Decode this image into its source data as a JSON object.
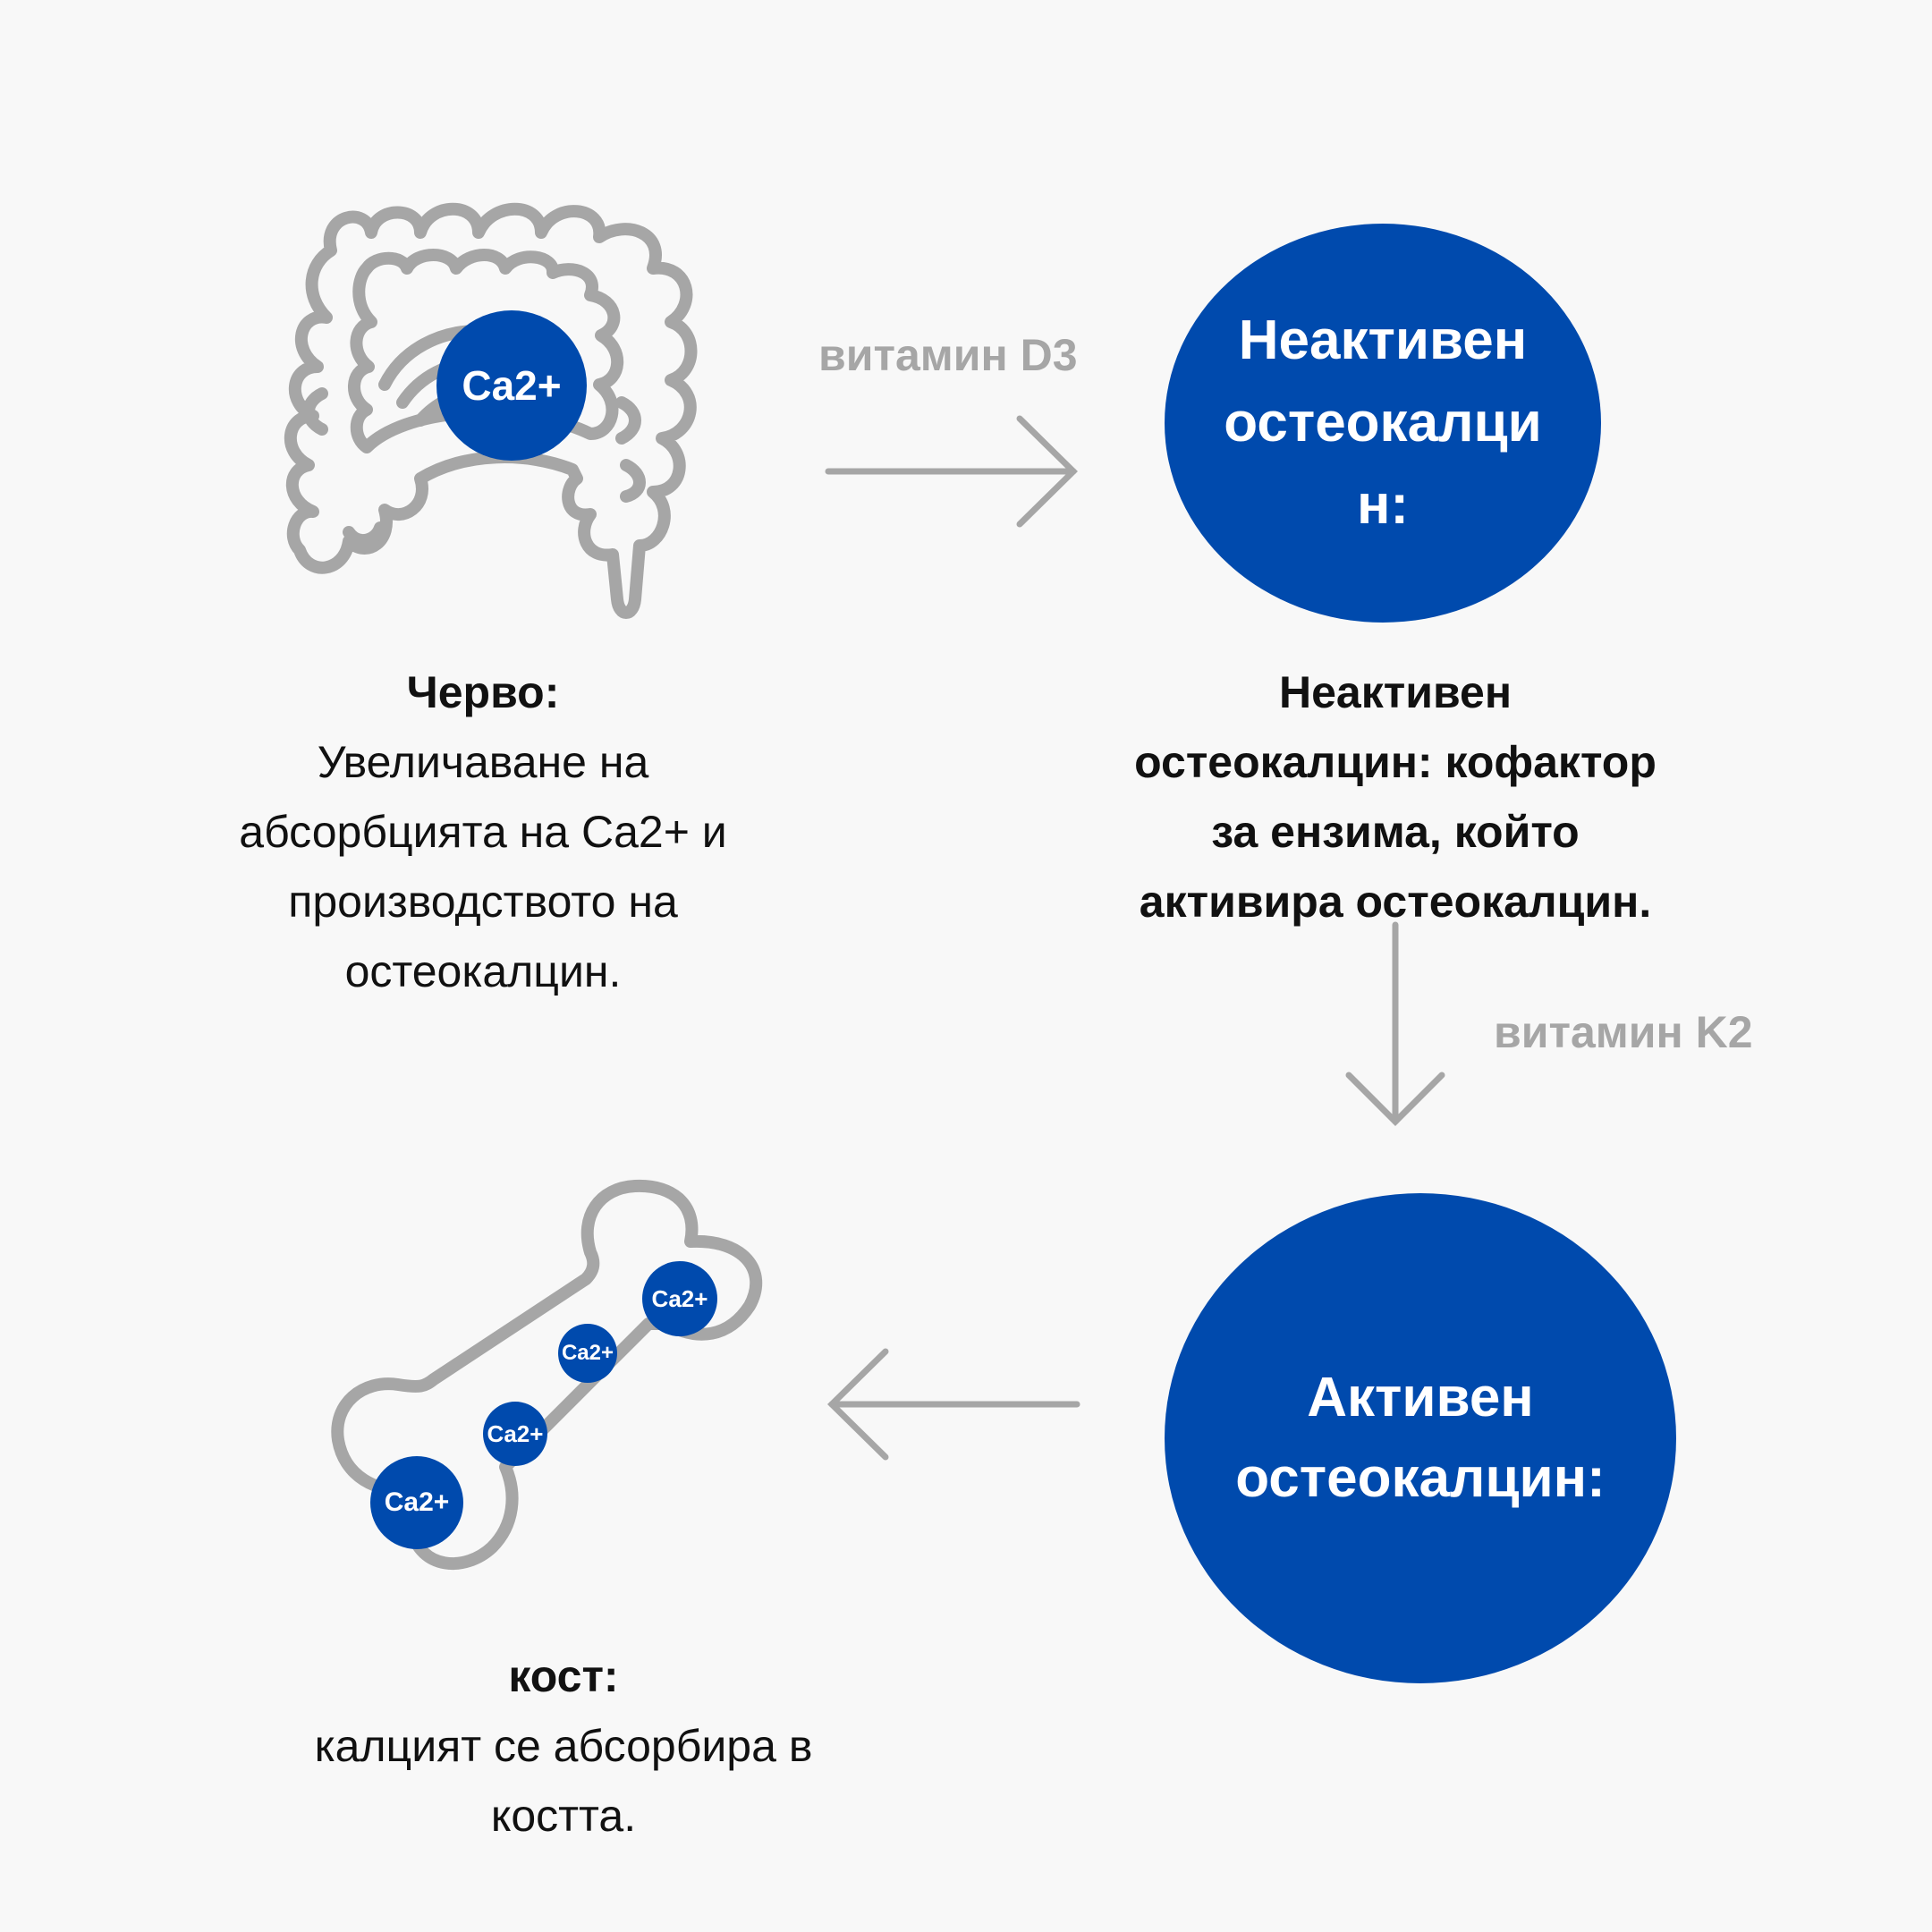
{
  "colors": {
    "background": "#f8f8f8",
    "accent_blue": "#004aad",
    "icon_gray": "#a6a6a6",
    "text_dark": "#111111"
  },
  "icons": {
    "intestine": "intestine-outline-icon",
    "bone": "bone-outline-icon",
    "arrow_right": "arrow-right-icon",
    "arrow_down": "arrow-down-icon",
    "arrow_left": "arrow-left-icon"
  },
  "intestine": {
    "ion_label": "Ca2+"
  },
  "gut": {
    "title": "Черво:",
    "lines": [
      "Увеличаване на",
      "абсорбцията на Ca2+ и",
      "производството на",
      "остеокалцин."
    ]
  },
  "arrow1": {
    "label": "витамин D3"
  },
  "inactive_circle": {
    "label": "Неактивен остеокалцин:"
  },
  "inactive_desc": {
    "lines": [
      "Неактивен",
      "остеокалцин: кофактор",
      "за ензима, който",
      "активира остеокалцин."
    ]
  },
  "arrow2": {
    "label": "витамин K2"
  },
  "active_circle": {
    "lines": [
      "Активен",
      "остеокалцин:"
    ]
  },
  "bone": {
    "ion_labels": [
      "Ca2+",
      "Ca2+",
      "Ca2+",
      "Ca2+"
    ]
  },
  "bone_text": {
    "title": "кост:",
    "lines": [
      "калцият се абсорбира в",
      "костта."
    ]
  }
}
